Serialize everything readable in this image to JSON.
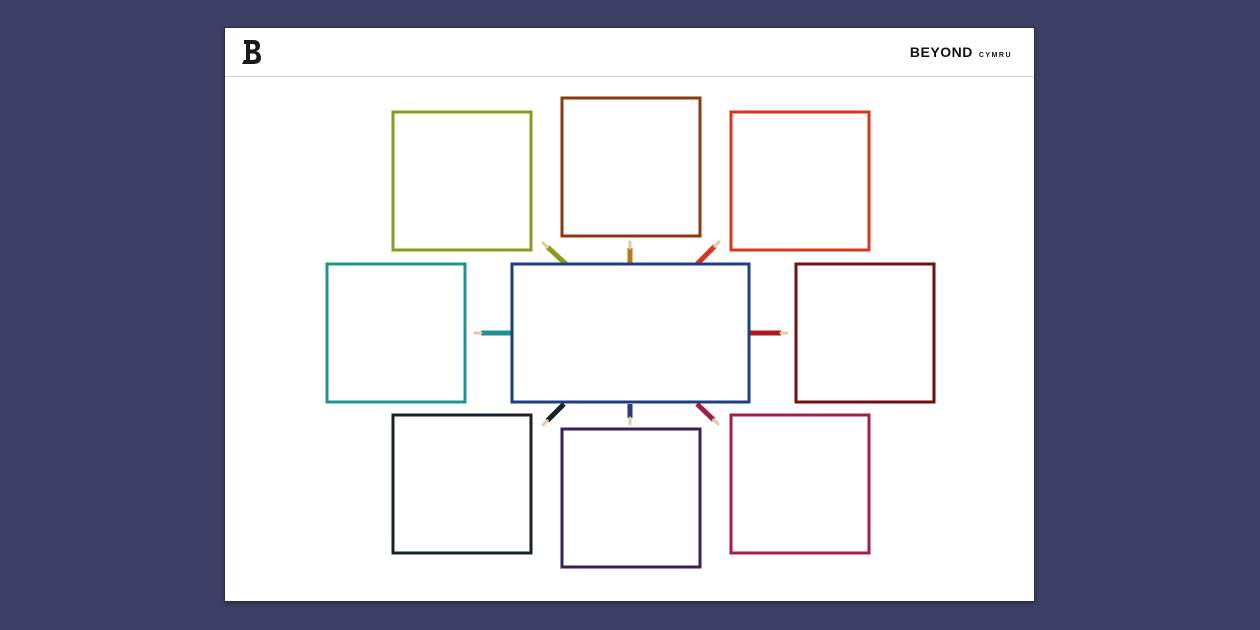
{
  "brand": {
    "logo_icon": "beyond-b-logo",
    "name": "BEYOND",
    "subname": "CYMRU"
  },
  "diagram": {
    "center": {
      "color": "#1e3f80"
    },
    "satellites": [
      {
        "id": "top-left",
        "color": "#8a9a1e"
      },
      {
        "id": "top-center",
        "color": "#8a3b12"
      },
      {
        "id": "top-right",
        "color": "#d6361f"
      },
      {
        "id": "middle-left",
        "color": "#1f9391"
      },
      {
        "id": "middle-right",
        "color": "#6d1010"
      },
      {
        "id": "bottom-left",
        "color": "#18232e"
      },
      {
        "id": "bottom-center",
        "color": "#3a1f5a"
      },
      {
        "id": "bottom-right",
        "color": "#a31f48"
      }
    ],
    "connectors": [
      {
        "id": "top-left",
        "color": "#8a9a1e",
        "icon": "pencil-icon"
      },
      {
        "id": "top-center",
        "color": "#b87a14",
        "icon": "pencil-icon"
      },
      {
        "id": "top-right",
        "color": "#d6361f",
        "icon": "pencil-icon"
      },
      {
        "id": "middle-left",
        "color": "#1f9391",
        "icon": "pencil-icon"
      },
      {
        "id": "middle-right",
        "color": "#b01a1a",
        "icon": "pencil-icon"
      },
      {
        "id": "bottom-left",
        "color": "#18232e",
        "icon": "pencil-icon"
      },
      {
        "id": "bottom-center",
        "color": "#2a3a7a",
        "icon": "pencil-icon"
      },
      {
        "id": "bottom-right",
        "color": "#a31f48",
        "icon": "pencil-icon"
      }
    ]
  }
}
